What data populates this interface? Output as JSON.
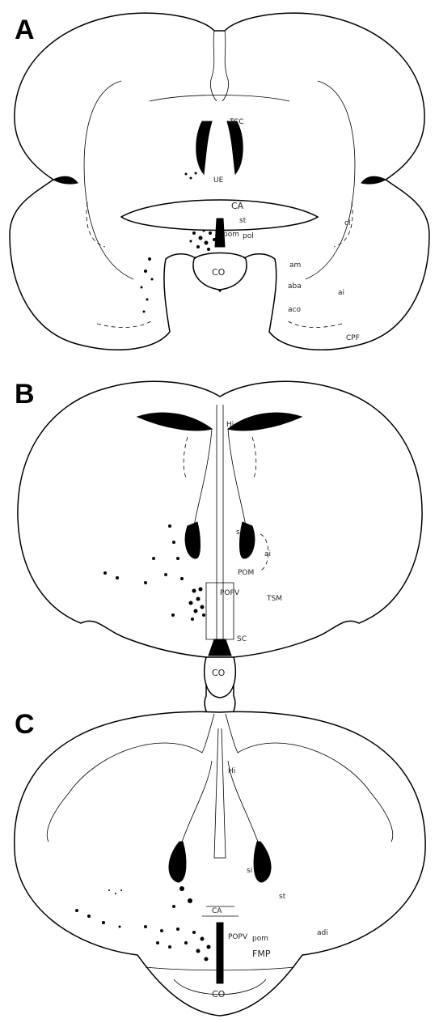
{
  "panels": [
    {
      "letter": "A",
      "labels": {
        "tcc": "TCC",
        "ue": "UE",
        "ca": "CA",
        "st": "st",
        "pol": "pol",
        "pom": "pom",
        "cl": "cl",
        "co": "CO",
        "am": "am",
        "aba": "aba",
        "ai": "ai",
        "aco": "aco",
        "cpf": "CPF"
      }
    },
    {
      "letter": "B",
      "labels": {
        "hi": "Hi",
        "si": "si",
        "ai": "ai",
        "tsm": "TSM",
        "pom": "POM",
        "popv": "POPV",
        "sc": "SC",
        "co": "CO"
      }
    },
    {
      "letter": "C",
      "labels": {
        "hi": "Hi",
        "si": "si",
        "st": "st",
        "ca": "CA",
        "popv": "POPV",
        "pom": "pom",
        "fmp": "FMP",
        "adi": "adi",
        "co": "CO"
      }
    }
  ]
}
